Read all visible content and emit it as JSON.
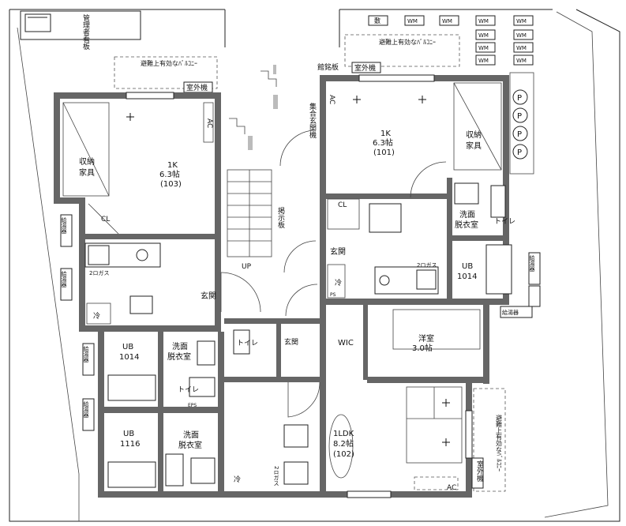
{
  "labels": {
    "kanri_kemban": "管理者看板",
    "balcony_left": "避難上有効なﾊﾞﾙｺﾆｰ",
    "balcony_right": "避難上有効なﾊﾞﾙｺﾆｰ",
    "balcony_vertical": "避難上有効なﾊﾞﾙｺﾆｰ",
    "shitsugaiki_left": "室外機",
    "shitsugaiki_right": "室外機",
    "shitsugaiki_bottom": "室外機",
    "kankanban": "館銘板",
    "shugou_genkan": "集合玄関機",
    "keijiban": "掲示板",
    "up": "UP",
    "bicycle": "敷",
    "wm": "WM",
    "parking": "P",
    "kyutoki": "給湯器",
    "eps": "EPS",
    "ac": "AC",
    "cl": "CL",
    "wic": "WIC",
    "genkan": "玄関",
    "rei": "冷",
    "two_ro_gas": "2ロガス",
    "toilet": "トイレ",
    "ps": "PS",
    "storage_l1": "収納",
    "storage_l2": "家具",
    "washroom_l1": "洗面",
    "washroom_l2": "脱衣室"
  },
  "rooms": {
    "r103": {
      "type": "1K",
      "size": "6.3帖",
      "number": "(103)"
    },
    "r101": {
      "type": "1K",
      "size": "6.3帖",
      "number": "(101)"
    },
    "r102": {
      "type": "1LDK",
      "size": "8.2帖",
      "number": "(102)"
    },
    "youshitsu": {
      "type": "洋室",
      "size": "3.0帖"
    },
    "ub1": {
      "type": "UB",
      "size": "1014"
    },
    "ub2": {
      "type": "UB",
      "size": "1014"
    },
    "ub3": {
      "type": "UB",
      "size": "1116"
    }
  }
}
